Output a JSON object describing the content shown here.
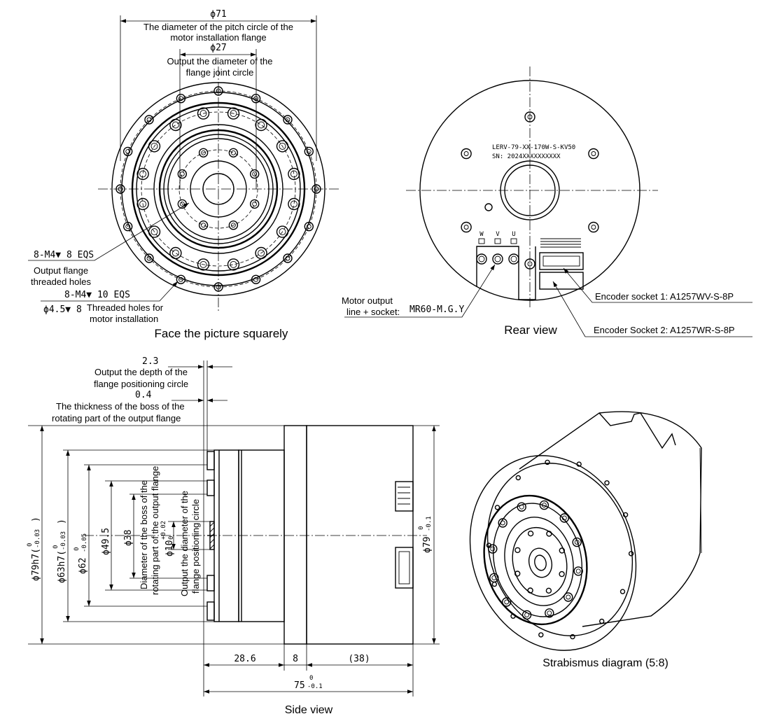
{
  "face": {
    "dim_pitch_motor": "ϕ71",
    "label_pitch_motor_1": "The diameter of the pitch circle of the",
    "label_pitch_motor_2": "motor installation flange",
    "dim_joint": "ϕ27",
    "label_joint_1": "Output the diameter of the",
    "label_joint_2": "flange joint circle",
    "callout_out_holes_spec": "8-M4▼ 8 EQS",
    "callout_out_holes_1": "Output flange",
    "callout_out_holes_2": "threaded holes",
    "callout_motor_holes_spec": "8-M4▼ 10 EQS",
    "callout_motor_holes_cb": "ϕ4.5▼ 8",
    "callout_motor_holes_1": "Threaded holes for",
    "callout_motor_holes_2": "motor installation",
    "caption": "Face the picture squarely"
  },
  "rear": {
    "part_no": "LERV-79-XX-170W-S-KV50",
    "serial": "SN: 2024XXXXXXXXXX",
    "phase_w": "W",
    "phase_v": "V",
    "phase_u": "U",
    "motor_output_1": "Motor output",
    "motor_output_2": "line + socket:",
    "motor_output_part": "MR60-M.G.Y",
    "encoder1": "Encoder socket 1: A1257WV-S-8P",
    "encoder2": "Encoder Socket 2: A1257WR-S-8P",
    "caption": "Rear view"
  },
  "side": {
    "dim_depth": "2.3",
    "label_depth_1": "Output the depth of the",
    "label_depth_2": "flange positioning circle",
    "dim_boss_thk": "0.4",
    "label_boss_thk_1": "The thickness of the boss of the",
    "label_boss_thk_2": "rotating part of the output flange",
    "dia_79h7": "ϕ79h7(",
    "dia_79h7_tol": "-0.03",
    "dia_79h7_end": ")",
    "dia_63h7": "ϕ63h7(",
    "dia_63h7_tol": "-0.03",
    "dia_63h7_end": ")",
    "dia_62": "ϕ62",
    "dia_62_tol": "-0.05",
    "dia_49": "ϕ49.5",
    "dia_38": "ϕ38",
    "label_boss_dia_1": "Diameter of the boss of the",
    "label_boss_dia_2": "rotating part of the output flange",
    "dia_10": "ϕ10",
    "dia_10_tol": "+0.02",
    "label_pos_circle_1": "Output the diameter of the",
    "label_pos_circle_2": "flange positioning circle",
    "dia_79_right": "ϕ79",
    "dia_79_right_tol": "-0.1",
    "zero": "0",
    "len_286": "28.6",
    "len_8": "8",
    "len_38": "(38)",
    "len_75": "75",
    "len_75_tol": "-0.1",
    "caption": "Side view"
  },
  "iso": {
    "caption": "Strabismus diagram (5:8)"
  }
}
